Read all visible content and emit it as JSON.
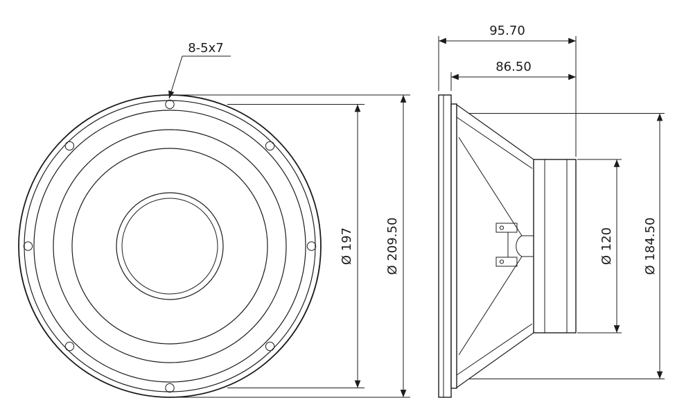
{
  "canvas": {
    "background": "#ffffff",
    "line_color": "#1b1b1b"
  },
  "views": {
    "front": {
      "callout": "8-5x7",
      "dimensions": {
        "bolt_circle": "Ø 197",
        "overall_diameter": "Ø 209.50"
      }
    },
    "side": {
      "dimensions": {
        "overall_depth": "95.70",
        "mounting_depth": "86.50",
        "magnet_diameter": "Ø 120",
        "rear_frame_diameter": "Ø 184.50"
      }
    }
  }
}
